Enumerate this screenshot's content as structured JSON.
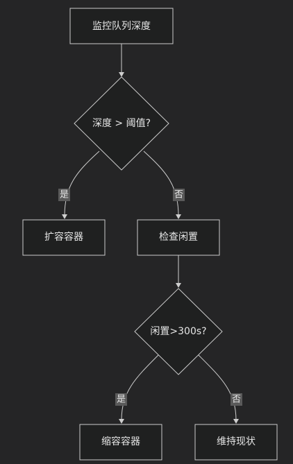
{
  "nodes": {
    "monitor": "监控队列深度",
    "depth_check": "深度 > 阈值?",
    "scale_up": "扩容容器",
    "check_idle": "检查闲置",
    "idle_check": "闲置>300s?",
    "scale_down": "缩容容器",
    "keep": "维持现状"
  },
  "edge_labels": {
    "depth_yes": "是",
    "depth_no": "否",
    "idle_yes": "是",
    "idle_no": "否"
  }
}
